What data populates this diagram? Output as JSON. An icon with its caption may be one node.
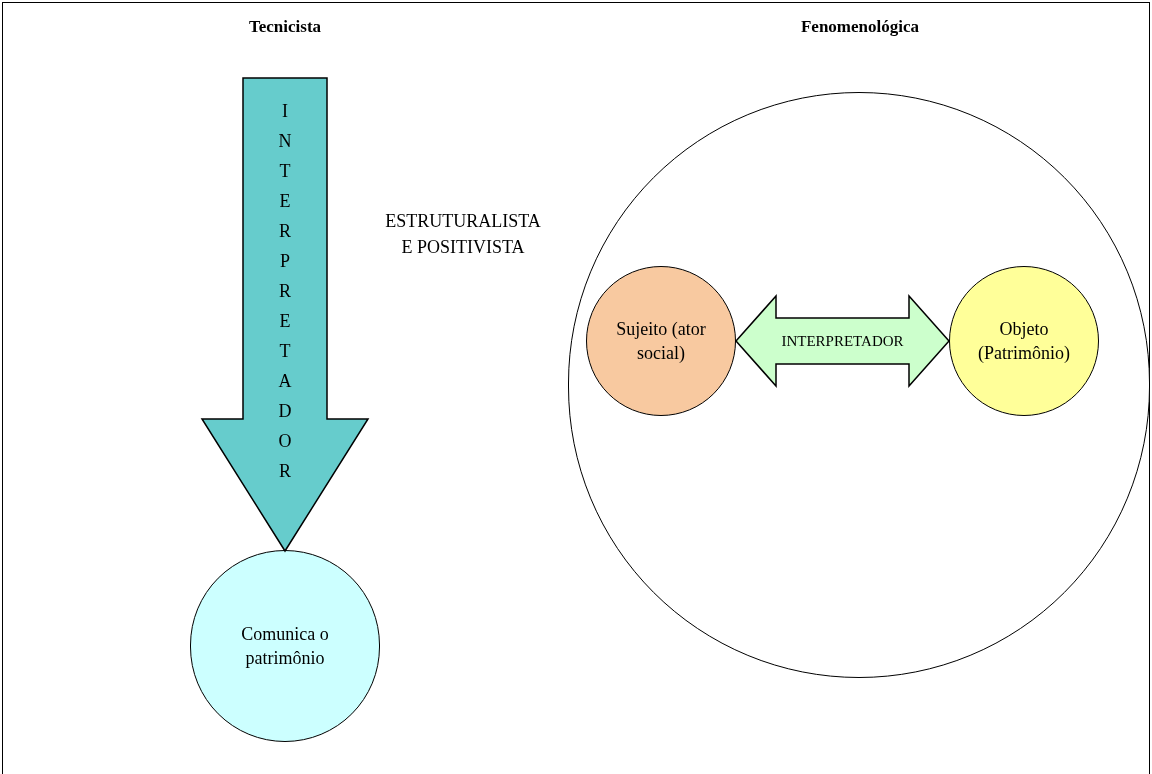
{
  "diagram": {
    "nodes": [
      {
        "text": [],
        "shape": "circle"
      },
      {
        "text": [
          "Sujeito (ator social)"
        ],
        "in": 0
      },
      {
        "text": [
          "Objeto (Patrimônio)"
        ],
        "in": 0
      },
      {
        "text": [
          "Comunica o patrimônio"
        ]
      }
    ],
    "edges": [
      {
        "from": null,
        "to": 3,
        "arrow": "to",
        "label": "INTERPRETADOR",
        "style": "thick",
        "color": "#66cccc"
      },
      {
        "from": 1,
        "to": 2,
        "arrow": "both",
        "label": "INTERPRETADOR",
        "style": "thick",
        "color": "#ccffcc"
      }
    ],
    "labels": [
      "Tecnicista",
      "Fenomenológica",
      "ESTRUTURALISTA E POSITIVISTA"
    ]
  }
}
